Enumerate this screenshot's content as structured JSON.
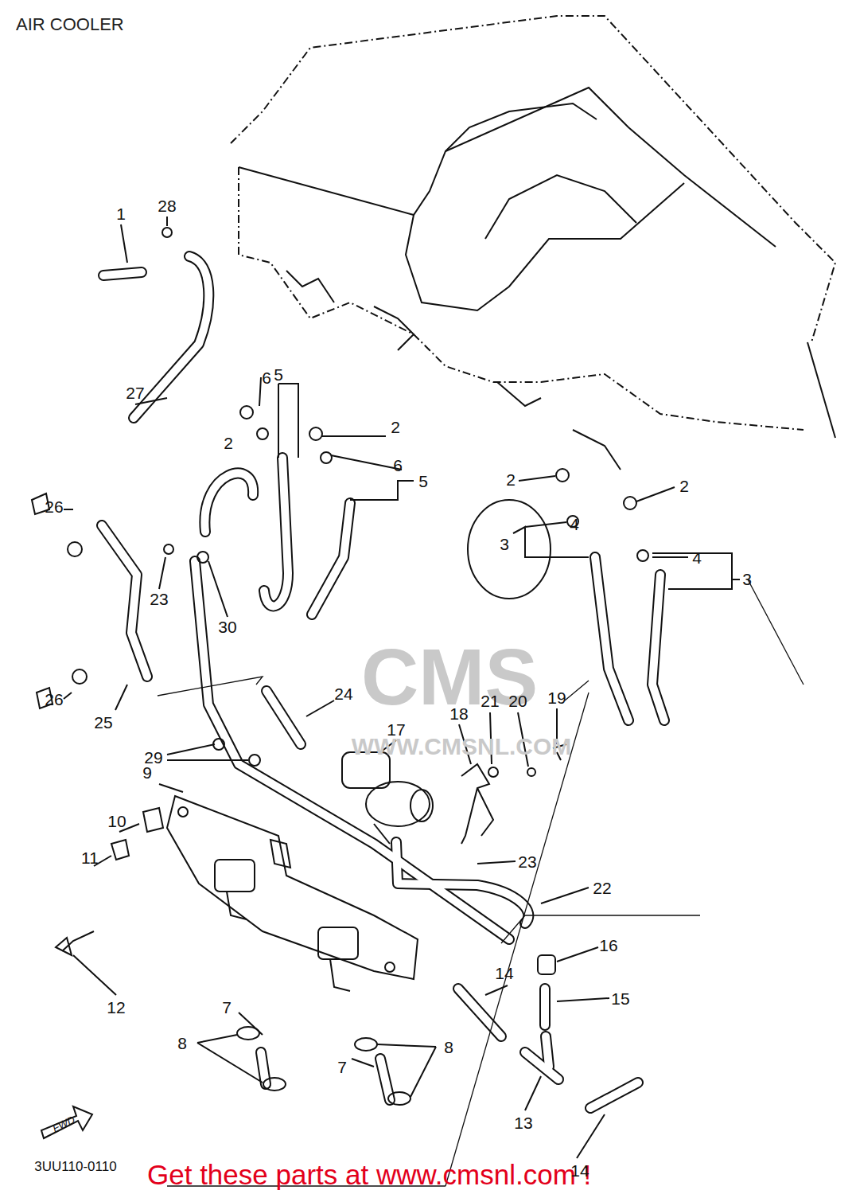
{
  "diagram": {
    "title": "AIR COOLER",
    "caption": "Get these parts at www.cmsnl.com !",
    "labels": [
      "1",
      "28",
      "27",
      "5",
      "6",
      "2",
      "2",
      "6",
      "5",
      "2",
      "2",
      "4",
      "3",
      "4",
      "3",
      "26",
      "23",
      "30",
      "26",
      "25",
      "24",
      "29",
      "17",
      "18",
      "21",
      "20",
      "19",
      "9",
      "10",
      "11",
      "23",
      "22",
      "16",
      "15",
      "14",
      "12",
      "8",
      "7",
      "8",
      "7",
      "13",
      "14",
      "FWD",
      "3UU110-0110",
      "CMS",
      "WWW.CMSNL.COM"
    ]
  }
}
